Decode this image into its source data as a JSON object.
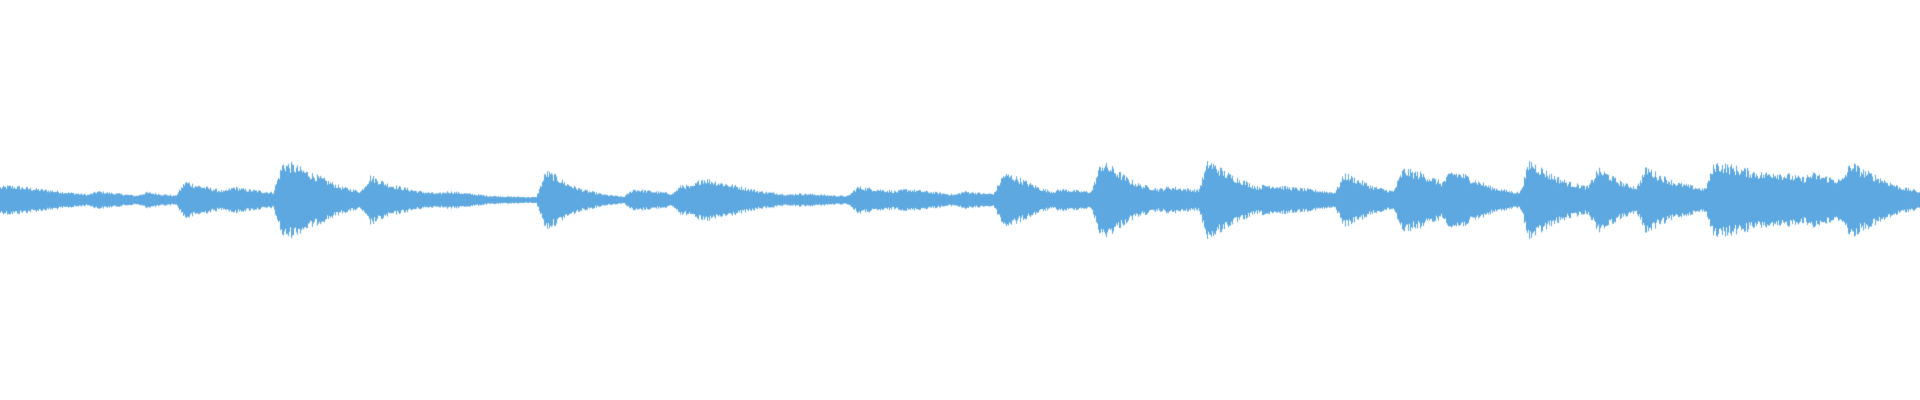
{
  "waveform": {
    "color": "#5DA8E0",
    "background": "#ffffff",
    "envelope": [
      0.06,
      0.065,
      0.06,
      0.055,
      0.05,
      0.045,
      0.04,
      0.035,
      0.03,
      0.025,
      0.04,
      0.035,
      0.03,
      0.025,
      0.02,
      0.035,
      0.03,
      0.025,
      0.02,
      0.085,
      0.07,
      0.06,
      0.05,
      0.04,
      0.06,
      0.05,
      0.045,
      0.04,
      0.035,
      0.17,
      0.16,
      0.14,
      0.12,
      0.1,
      0.08,
      0.06,
      0.05,
      0.04,
      0.11,
      0.09,
      0.07,
      0.06,
      0.05,
      0.04,
      0.035,
      0.03,
      0.04,
      0.035,
      0.03,
      0.025,
      0.02,
      0.018,
      0.016,
      0.015,
      0.014,
      0.013,
      0.13,
      0.11,
      0.08,
      0.06,
      0.045,
      0.035,
      0.025,
      0.02,
      0.015,
      0.05,
      0.045,
      0.04,
      0.035,
      0.03,
      0.07,
      0.06,
      0.1,
      0.09,
      0.08,
      0.07,
      0.06,
      0.05,
      0.04,
      0.035,
      0.03,
      0.025,
      0.03,
      0.028,
      0.025,
      0.022,
      0.02,
      0.018,
      0.06,
      0.055,
      0.05,
      0.045,
      0.04,
      0.05,
      0.045,
      0.04,
      0.035,
      0.03,
      0.025,
      0.04,
      0.035,
      0.03,
      0.03,
      0.12,
      0.11,
      0.09,
      0.07,
      0.05,
      0.04,
      0.05,
      0.045,
      0.04,
      0.04,
      0.17,
      0.15,
      0.12,
      0.09,
      0.07,
      0.06,
      0.05,
      0.06,
      0.055,
      0.05,
      0.045,
      0.18,
      0.15,
      0.12,
      0.1,
      0.08,
      0.06,
      0.07,
      0.065,
      0.06,
      0.055,
      0.05,
      0.045,
      0.04,
      0.035,
      0.12,
      0.1,
      0.08,
      0.06,
      0.05,
      0.04,
      0.14,
      0.13,
      0.12,
      0.1,
      0.08,
      0.13,
      0.12,
      0.1,
      0.08,
      0.06,
      0.05,
      0.04,
      0.035,
      0.18,
      0.15,
      0.12,
      0.1,
      0.08,
      0.07,
      0.06,
      0.14,
      0.12,
      0.09,
      0.07,
      0.06,
      0.15,
      0.12,
      0.1,
      0.08,
      0.07,
      0.06,
      0.05,
      0.17,
      0.16,
      0.15,
      0.14,
      0.13,
      0.12,
      0.13,
      0.12,
      0.11,
      0.1,
      0.12,
      0.11,
      0.1,
      0.09,
      0.17,
      0.14,
      0.12,
      0.1,
      0.08,
      0.06,
      0.05,
      0.04
    ]
  }
}
